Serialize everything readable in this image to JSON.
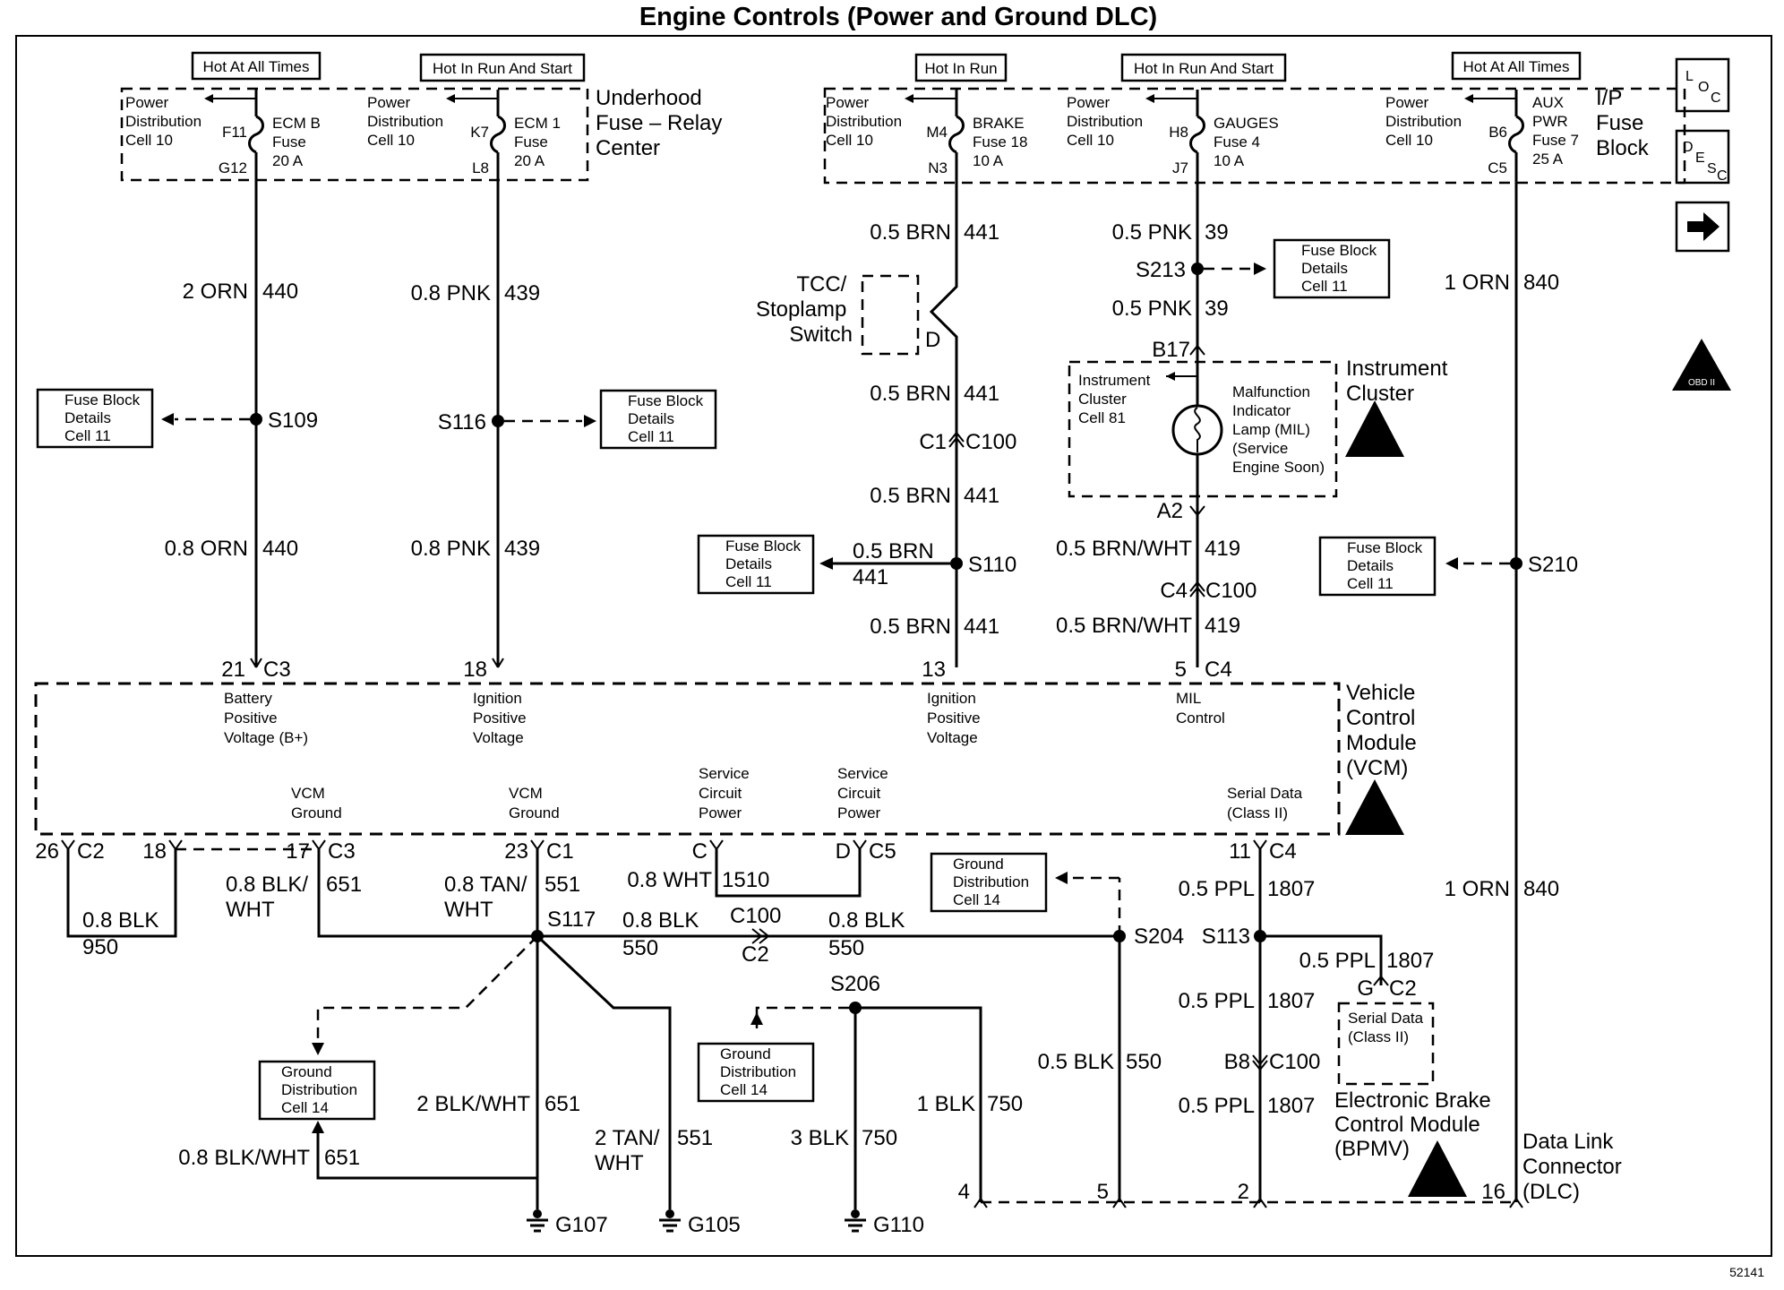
{
  "title": "Engine Controls (Power and Ground DLC)",
  "figure_number": "52141",
  "side_icons": [
    "LOC",
    "DESC",
    "→"
  ],
  "obd_badge": "OBD II",
  "power_headers": [
    "Hot At All Times",
    "Hot In Run And Start",
    "Hot In Run",
    "Hot In Run And Start",
    "Hot At All Times"
  ],
  "underhood_label": "Underhood\nFuse – Relay\nCenter",
  "ip_label": "I/P\nFuse\nBlock",
  "power_dist": "Power\nDistribution\nCell 10",
  "fuses": [
    {
      "name": "ECM B\nFuse\n20 A",
      "in": "F11",
      "out": "G12"
    },
    {
      "name": "ECM 1\nFuse\n20 A",
      "in": "K7",
      "out": "L8"
    },
    {
      "name": "BRAKE\nFuse 18\n10 A",
      "in": "M4",
      "out": "N3"
    },
    {
      "name": "GAUGES\nFuse 4\n10 A",
      "in": "H8",
      "out": "J7"
    },
    {
      "name": "AUX\nPWR\nFuse 7\n25 A",
      "in": "B6",
      "out": "C5"
    }
  ],
  "fuse_block_details": "Fuse Block\nDetails\nCell 11",
  "ground_distribution": "Ground\nDistribution\nCell 14",
  "tcc_switch": "TCC/\nStoplamp\nSwitch",
  "tcc_pin": "D",
  "instrument_cluster": {
    "label": "Instrument\nCluster",
    "cell": "Instrument\nCluster\nCell 81",
    "lamp": "Malfunction\nIndicator\nLamp (MIL)\n(Service\nEngine Soon)",
    "pin_in": "B17",
    "pin_out": "A2"
  },
  "vcm": {
    "label": "Vehicle\nControl\nModule\n(VCM)",
    "inputs": [
      {
        "pin": "21",
        "conn": "C3",
        "desc": "Battery\nPositive\nVoltage (B+)"
      },
      {
        "pin": "18",
        "conn": "",
        "desc": "Ignition\nPositive\nVoltage"
      },
      {
        "pin": "13",
        "conn": "",
        "desc": "Ignition\nPositive\nVoltage"
      },
      {
        "pin": "5",
        "conn": "C4",
        "desc": "MIL\nControl"
      }
    ],
    "bottom": [
      {
        "pin": "26",
        "conn": "C2",
        "desc": ""
      },
      {
        "pin": "18",
        "conn": "",
        "desc": ""
      },
      {
        "pin": "17",
        "conn": "C3",
        "desc": "VCM\nGround"
      },
      {
        "pin": "23",
        "conn": "C1",
        "desc": "VCM\nGround"
      },
      {
        "pin": "C",
        "conn": "",
        "desc": "Service\nCircuit\nPower"
      },
      {
        "pin": "D",
        "conn": "C5",
        "desc": "Service\nCircuit\nPower"
      },
      {
        "pin": "11",
        "conn": "C4",
        "desc": "Serial Data\n(Class II)"
      }
    ]
  },
  "wires": {
    "w440a": "2 ORN",
    "c440": "440",
    "w440b": "0.8 ORN",
    "w439": "0.8 PNK",
    "c439": "439",
    "w441": "0.5 BRN",
    "c441": "441",
    "w39": "0.5 PNK",
    "c39": "39",
    "w840": "1 ORN",
    "c840": "840",
    "w419": "0.5 BRN/WHT",
    "c419": "419",
    "w950": "0.8 BLK",
    "c950": "950",
    "w651": "0.8 BLK/\nWHT",
    "c651": "651",
    "w551": "0.8 TAN/\nWHT",
    "c551": "551",
    "w1510": "0.8 WHT",
    "c1510": "1510",
    "w550": "0.8 BLK",
    "c550": "550",
    "w1807": "0.5 PPL",
    "c1807": "1807",
    "w651b": "2 BLK/WHT",
    "w551b": "2 TAN/\nWHT",
    "w750a": "3 BLK",
    "w750b": "1 BLK",
    "c750": "750",
    "w550b": "0.5 BLK",
    "w651c": "0.8 BLK/WHT"
  },
  "splices": [
    "S109",
    "S116",
    "S110",
    "S213",
    "S210",
    "S117",
    "S204",
    "S113",
    "S206"
  ],
  "connectors": {
    "c100": "C100",
    "c1": "C1",
    "c4": "C4",
    "c2": "C2",
    "b8": "B8",
    "g": "G"
  },
  "grounds": [
    "G107",
    "G105",
    "G110"
  ],
  "ebcm": {
    "label": "Electronic Brake\nControl Module\n(BPMV)",
    "box": "Serial Data\n(Class II)"
  },
  "dlc": {
    "label": "Data Link\nConnector\n(DLC)",
    "pins": [
      "4",
      "5",
      "2",
      "16"
    ]
  }
}
